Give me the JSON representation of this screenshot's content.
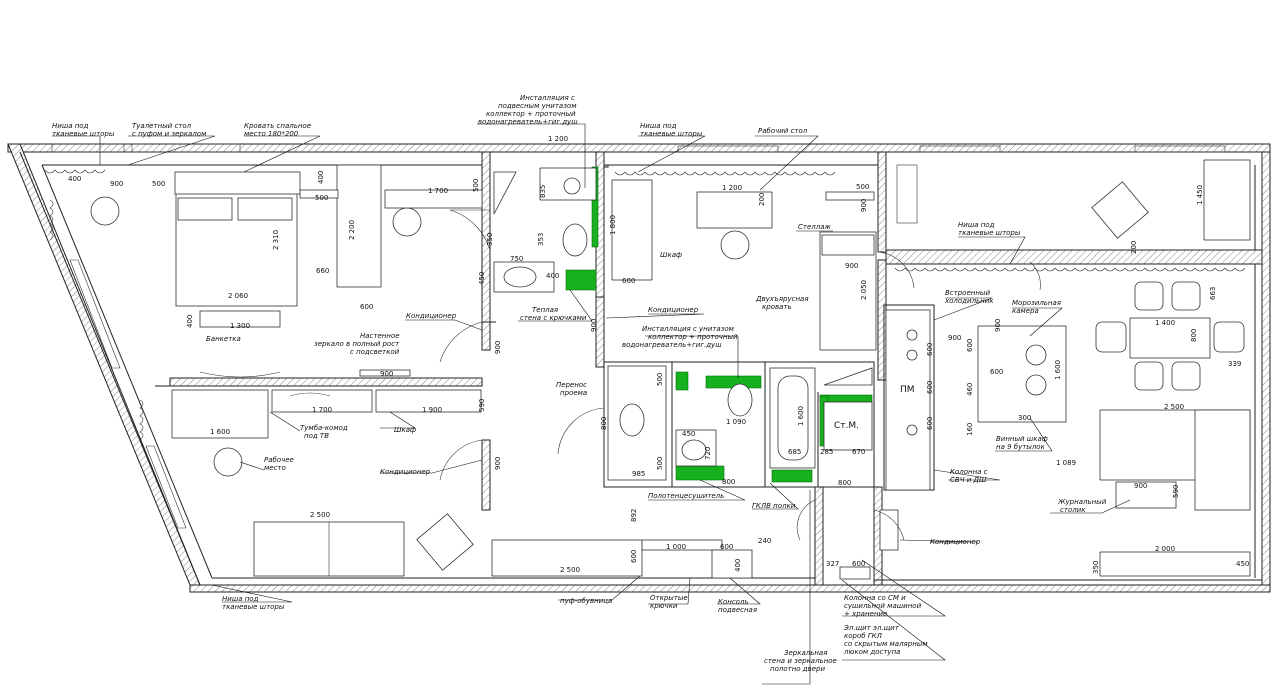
{
  "plan": {
    "labels": {
      "niche_curtains_top_left": [
        "Ниша под",
        "тканевые шторы"
      ],
      "dressing_table": [
        "Туалетный стол",
        "с пуфом и зеркалом"
      ],
      "double_bed": [
        "Кровать спальное",
        "место 180*200"
      ],
      "installation_top": [
        "Инсталляция с",
        "подвесным унитазом",
        "коллектор + проточный",
        "водонагреватель+гиг.душ"
      ],
      "niche_curtains_top_mid": [
        "Ниша под",
        "тканевые шторы"
      ],
      "work_desk": "Рабочий стол",
      "wardrobe": "Шкаф",
      "shelving": "Стеллаж",
      "bunk_bed": [
        "Двухъярусная",
        "кровать"
      ],
      "warm_wall": [
        "Теплая",
        "стена с крючками"
      ],
      "air_conditioner_1": "Кондиционер",
      "wall_mirror": [
        "Настенное",
        "зеркало в полный рост",
        "с подсветкой"
      ],
      "bench": "Банкетка",
      "air_conditioner_2": "Кондиционер",
      "installation_mid": [
        "Инсталляция с унитазом",
        "коллектор + проточный",
        "водонагреватель+гиг.душ"
      ],
      "doorway_moved": [
        "Перенос",
        "проема"
      ],
      "tv_stand": [
        "Тумба-комод",
        "под ТВ"
      ],
      "cabinet": "Шкаф",
      "workplace": [
        "Рабочее",
        "место"
      ],
      "air_conditioner_3": "Кондиционер",
      "towel_dryer": "Полотенцесушитель",
      "gklv_shelves": "ГКЛВ полки",
      "niche_curtains_right": [
        "Ниша под",
        "тканевые шторы"
      ],
      "built_in_fridge": [
        "Встроенный",
        "холодильник"
      ],
      "freezer": [
        "Морозильная",
        "камера"
      ],
      "wine_cabinet": [
        "Винный шкаф",
        "на 9 бутылок"
      ],
      "microwave_column": [
        "Колонна с",
        "СВЧ и ДШ"
      ],
      "coffee_table": [
        "Журнальный",
        "столик"
      ],
      "air_conditioner_4": "Кондиционер",
      "niche_curtains_bottom": [
        "Ниша под",
        "тканевые шторы"
      ],
      "pouf_shoe": "пуф-обувница",
      "open_hooks": [
        "Открытые",
        "крючки"
      ],
      "console": [
        "Консоль",
        "подвесная"
      ],
      "mirror_wall": [
        "Зеркальная",
        "стена и зеркальное",
        "полотно двери"
      ],
      "wm_column": [
        "Колонна со СМ и",
        "сушильной машиной",
        "+ хранение"
      ],
      "el_panel": [
        "Эл.щит эл.щит",
        "короб ГКЛ",
        "со скрытым малярным",
        "люком доступа"
      ],
      "washer": "Ст.М.",
      "pm": "ПМ"
    },
    "dimensions": {
      "d400a": "400",
      "d900a": "900",
      "d500a": "500",
      "d400b": "400",
      "d500b": "500",
      "d2310": "2 310",
      "d660": "660",
      "d2060": "2 060",
      "d2200": "2 200",
      "d1700a": "1 700",
      "d500c": "500",
      "d600a": "600",
      "d1300": "1 300",
      "d400c": "400",
      "d1200a": "1 200",
      "d835": "835",
      "d350": "350",
      "d750": "750",
      "d353": "353",
      "d450a": "450",
      "d400d": "400",
      "d1800": "1 800",
      "d600b": "600",
      "d1200b": "1 200",
      "d200a": "200",
      "d500d": "500",
      "d900b": "900",
      "d900c": "900",
      "d2050": "2 050",
      "d1450a": "1 450",
      "d900d": "900",
      "d900e": "900",
      "d1700b": "1 700",
      "d1900": "1 900",
      "d590a": "590",
      "d1600a": "1 600",
      "d900f": "900",
      "d900g": "900",
      "d500e": "500",
      "d800a": "800",
      "d500f": "500",
      "d1090": "1 090",
      "d1600b": "1 600",
      "d450b": "450",
      "d720": "720",
      "d985": "985",
      "d685": "685",
      "d285": "285",
      "d670": "670",
      "d800b": "800",
      "d800c": "800",
      "d892": "892",
      "d2500a": "2 500",
      "d2500b": "2 500",
      "d600c": "600",
      "d1000": "1 000",
      "d600d": "600",
      "d240": "240",
      "d400e": "400",
      "d327": "327",
      "d600e": "600",
      "d663": "663",
      "d1400": "1 400",
      "d800d": "800",
      "d339": "339",
      "d900h": "900",
      "d600f": "600",
      "d600g": "600",
      "d600h": "600",
      "d460": "460",
      "d300": "300",
      "d600i": "600",
      "d600j": "600",
      "d160": "160",
      "d1600c": "1 600",
      "d2500c": "2 500",
      "d1089": "1 089",
      "d900i": "900",
      "d590b": "590",
      "d2000": "2 000",
      "d350b": "350",
      "d450c": "450",
      "d200b": "200",
      "d900j": "900"
    }
  },
  "colors": {
    "wet_zone_accent": "#17b01e",
    "line": "#222222",
    "hatch": "#555555"
  }
}
